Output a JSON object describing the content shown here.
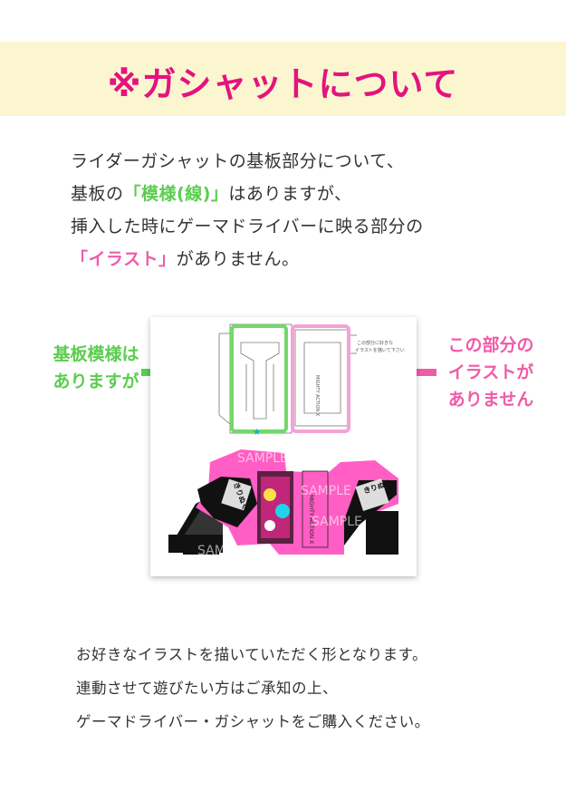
{
  "banner": {
    "title": "※ガシャットについて",
    "color": "#e5127f",
    "background": "#fbf6cf"
  },
  "intro": {
    "line1": "ライダーガシャットの基板部分について、",
    "line2_pre": "基板の",
    "line2_highlight": "「模様(線)」",
    "line2_post": "はありますが、",
    "line3": "挿入した時にゲーマドライバーに映る部分の",
    "line4_highlight": "「イラスト」",
    "line4_post": "がありません。"
  },
  "callout_left": {
    "line1": "基板模様は",
    "line2": "ありますが",
    "color": "#5bcd4f"
  },
  "callout_right": {
    "line1": "この部分の",
    "line2": "イラストが",
    "line3": "ありません",
    "color": "#f05ba8"
  },
  "figure": {
    "note_line1": "この部分に好きな",
    "note_line2": "イラストを描いて下さい",
    "tab_label_left": "きりぬく",
    "tab_label_right": "きりぬく",
    "watermark": "SAMPLE",
    "side_label": "MIGHTY ACTION X",
    "pink": "#ff5ec4",
    "black": "#111111"
  },
  "outro": {
    "line1": "お好きなイラストを描いていただく形となります。",
    "line2": "連動させて遊びたい方はご承知の上、",
    "line3": "ゲーマドライバー・ガシャットをご購入ください。"
  }
}
